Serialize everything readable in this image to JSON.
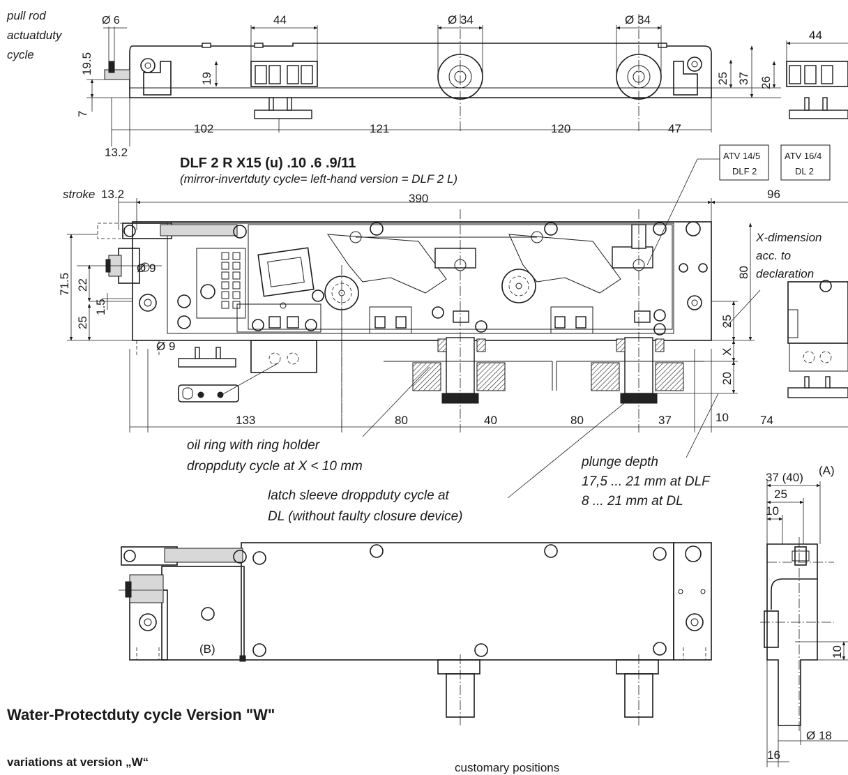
{
  "top_view": {
    "pull_rod_label": [
      "pull rod",
      "actuatduty",
      "cycle"
    ],
    "dims_top": [
      "Ø 6",
      "44",
      "Ø 34",
      "Ø 34",
      "44"
    ],
    "dims_side": [
      "19.5",
      "7",
      "19",
      "25",
      "37",
      "26"
    ],
    "dims_bottom": [
      "102",
      "121",
      "120",
      "47"
    ],
    "offset": "13.2"
  },
  "title": {
    "model": "DLF 2 R X15 (u) .10 .6 .9/11",
    "note": "(mirror-invertduty cycle= left-hand version = DLF 2 L)",
    "badge1": [
      "ATV 14/5",
      "DLF 2"
    ],
    "badge2": [
      "ATV 16/4",
      "DL 2"
    ]
  },
  "main_view": {
    "stroke_label": "stroke",
    "stroke_value": "13.2",
    "overall": "390",
    "right_width": "96",
    "x_dim_note": [
      "X-dimension",
      "acc. to",
      "declaration"
    ],
    "dims_left": [
      "71.5",
      "22",
      "1.5",
      "25",
      "Ø 9",
      "Ø 9"
    ],
    "dims_right": [
      "80",
      "25",
      "X",
      "20"
    ],
    "dims_bottom": [
      "133",
      "80",
      "40",
      "80",
      "37",
      "10",
      "74"
    ]
  },
  "notes": {
    "oil_ring": [
      "oil ring with ring holder",
      "droppduty cycle at X < 10 mm"
    ],
    "plunge": [
      "plunge depth",
      "17,5 ... 21 mm at DLF",
      "8 ... 21 mm at DL"
    ],
    "latch": [
      "latch sleeve droppduty cycle at",
      "DL (without faulty closure device)"
    ]
  },
  "side_view": {
    "dims": [
      "37 (40)",
      "(A)",
      "25",
      "10",
      "10",
      "Ø 18",
      "16"
    ]
  },
  "bottom_view": {
    "marker_b": "(B)"
  },
  "footer": {
    "heading": "Water-Protectduty cycle Version \"W\"",
    "variations": "variations at version „W“",
    "customary": "customary positions"
  }
}
